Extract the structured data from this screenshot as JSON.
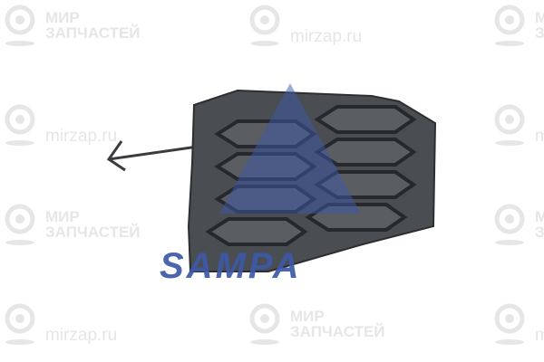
{
  "watermarks": {
    "brand_line1": "МИР",
    "brand_line2": "ЗАПЧАСТЕЙ",
    "site": "mirzap.ru"
  },
  "logo": {
    "text": "SAMPA",
    "color": "#3c5aa8"
  },
  "product": {
    "color": "#4a4d52"
  }
}
